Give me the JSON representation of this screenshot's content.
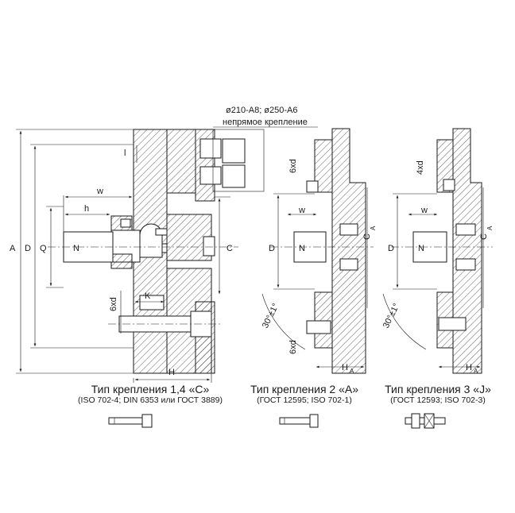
{
  "labels": {
    "A": "A",
    "D": "D",
    "Q": "Q",
    "N": "N",
    "C": "C",
    "w": "w",
    "h": "h",
    "l": "l",
    "K": "K",
    "H": "H",
    "six_xd": "6xd",
    "four_xd": "4xd",
    "C_A": "C",
    "H_A": "H",
    "sub_A": "A",
    "angle_30": "30°±1°"
  },
  "top_note": {
    "line1": "ø210-A8; ø250-A6",
    "line2": "непрямое крепление"
  },
  "captions": [
    {
      "title": "Тип крепления 1,4 «C»",
      "standards": "(ISO 702-4; DIN 6353 или ГОСТ 3889)"
    },
    {
      "title": "Тип крепления 2 «A»",
      "standards": "(ГОСТ 12595; ISO 702-1)"
    },
    {
      "title": "Тип крепления 3 «J»",
      "standards": "(ГОСТ 12593; ISO 702-3)"
    }
  ]
}
